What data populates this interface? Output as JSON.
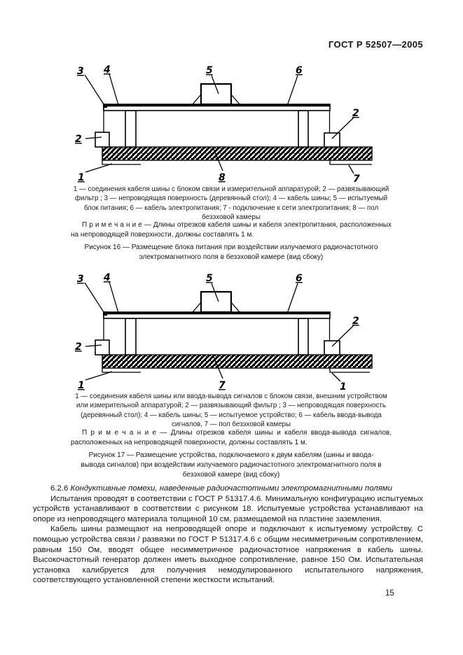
{
  "page": {
    "header": "ГОСТ Р 52507—2005",
    "number": "15"
  },
  "figure16": {
    "labels": {
      "l3": "3",
      "l4": "4",
      "l5": "5",
      "l6": "6",
      "l2_left": "2",
      "l2_right": "2",
      "b_left": "1",
      "b_center": "8",
      "b_right": "7"
    },
    "legend": "1 — соединения кабеля шины с блоком связи и измерительной аппаратурой; 2 — развязывающий фильтр ; 3 — непроводящая поверхность (деревянный стол); 4 — кабель шины; 5 — испытуемый блок питания; 6 — кабель электропитания; 7 - подключение к сети электропитания; 8 — пол безэховой камеры",
    "note": "П р и м е ч а н и е — Длины отрезков кабеля шины и кабеля электропитания, расположенных на непроводящей поверхности, должны составлять 1 м.",
    "caption": "Рисунок 16 — Размещение блока питания при воздействии излучаемого радиочастотного электромагнитного поля в безэховой камере (вид сбоку)"
  },
  "figure17": {
    "labels": {
      "l3": "3",
      "l4": "4",
      "l5": "5",
      "l6": "6",
      "l2_left": "2",
      "l2_right": "2",
      "b_left": "1",
      "b_center": "7",
      "b_right": "1"
    },
    "legend": "1 — соединения кабеля шины или ввода-вывода сигналов с блоком связи, внешним устройством или измерительной аппаратурой; 2 — развязывающий фильтр ; 3 — непроводящая поверхность (деревянный стол); 4 — кабель шины; 5 — испытуемое устройство; 6 — кабель ввода-вывода сигналов, 7 — пол безэховой камеры",
    "note": "П р и м е ч а н и е — Длины отрезков кабеля шины и кабеля ввода-вывода сигналов, расположенных на непроводящей поверхности, должны составлять 1 м.",
    "caption": "Рисунок 17 — Размещение устройства, подключаемого к двум кабелям (шины и ввода-вывода сигналов) при воздействии излучаемого радиочастотного электромагнитного поля в безэховой камере (вид сбоку)"
  },
  "section": {
    "number": "6.2.6",
    "title": "Кондуктивные помехи, наведенные радиочастотными электромагнитными полями",
    "paragraphs": [
      "Испытания проводят в соответствии с ГОСТ Р 51317.4.6. Минимальную конфигурацию испытуемых устройств устанавливают в соответствии с рисунком 18. Испытуемые устройства устанавливают на опоре из непроводящего материала толщиной 10 см, размещаемой на пластине заземления.",
      "Кабель шины размещают на непроводящей опоре и подключают к испытуемому устройству. С помощью устройства связи / развязки по ГОСТ Р 51317.4.6 с общим несимметричным сопротивлением, равным 150 Ом, вводят общее несимметричное радиочастотное напряжения в кабель шины. Высокочастотный генератор должен иметь выходное сопротивление, равное 150 Ом. Испытательная установка калибруется для получения немодулированного испытательного напряжения, соответствующего установленной степени жесткости испытаний."
    ]
  }
}
